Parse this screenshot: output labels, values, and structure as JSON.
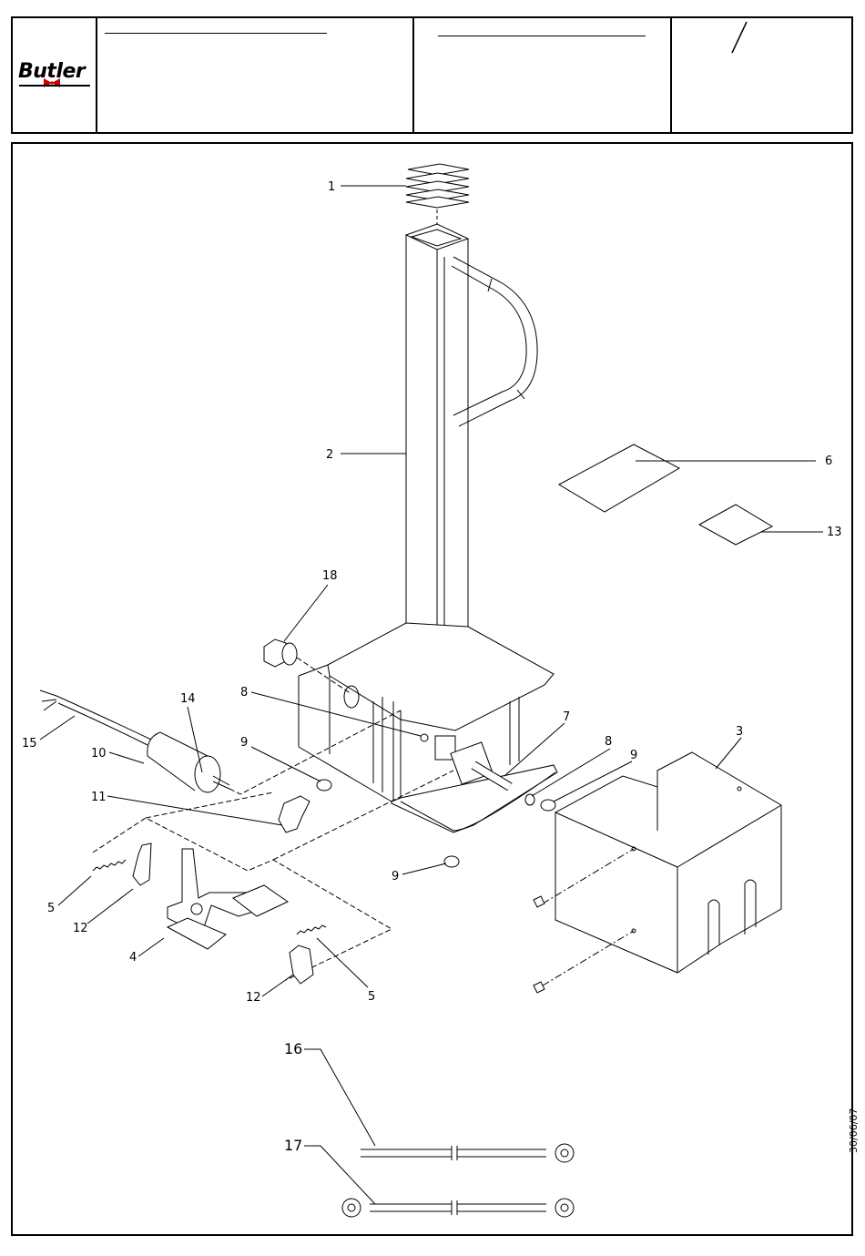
{
  "header": {
    "logo_text": "Butler",
    "slash": "/"
  },
  "date_code": "30/06/07",
  "callouts": [
    "1",
    "2",
    "3",
    "4",
    "5",
    "5",
    "6",
    "7",
    "8",
    "8",
    "9",
    "9",
    "9",
    "10",
    "11",
    "12",
    "12",
    "13",
    "14",
    "15",
    "16",
    "17",
    "18"
  ]
}
